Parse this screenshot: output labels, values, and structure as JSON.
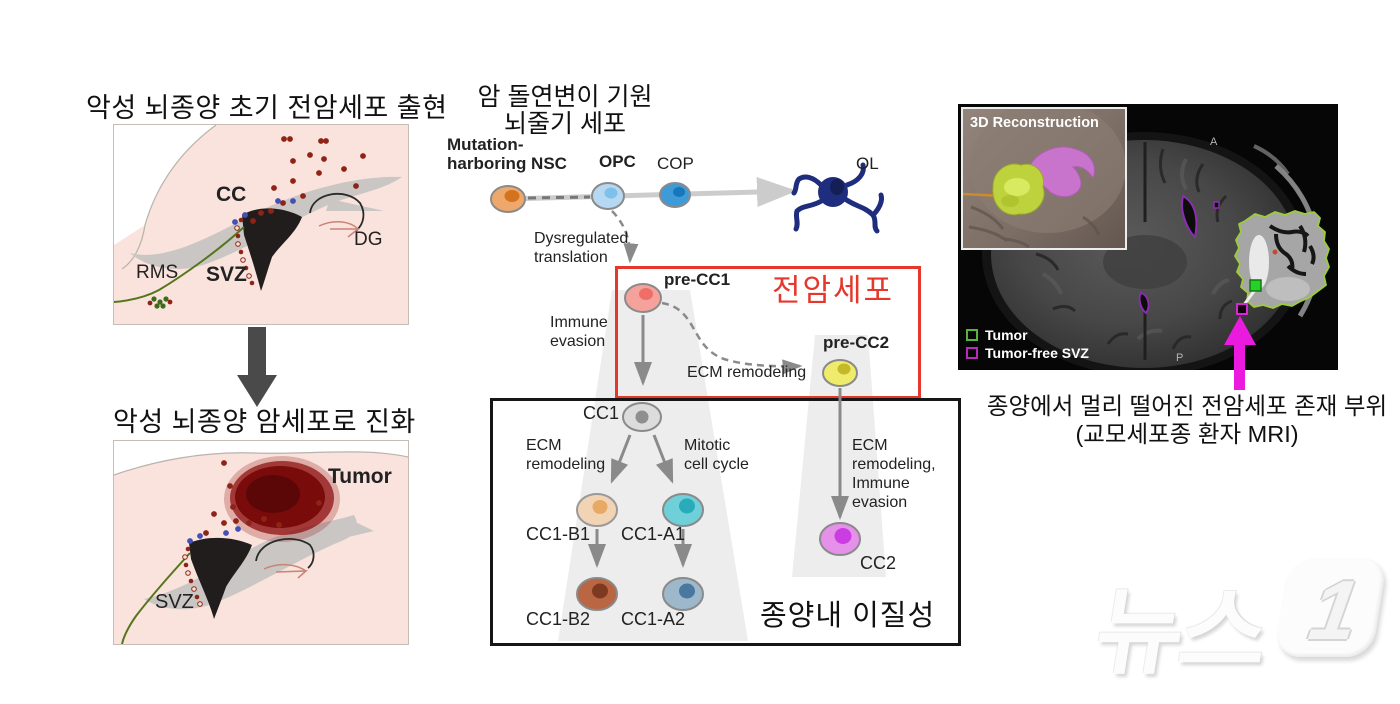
{
  "accent": {
    "red": "#e5372b",
    "magenta_arrow": "#ea1adf",
    "tumor_green": "#9ccc3c",
    "svz_purple": "#cc29cc"
  },
  "left": {
    "title_top": "악성 뇌종양 초기 전암세포 출현",
    "title_bottom": "악성 뇌종양 암세포로 진화",
    "brain1": {
      "cc": "CC",
      "dg": "DG",
      "rms": "RMS",
      "svz": "SVZ"
    },
    "brain2": {
      "tumor": "Tumor",
      "svz": "SVZ"
    }
  },
  "middle": {
    "title_line1": "암 돌연변이 기원",
    "title_line2": "뇌줄기 세포",
    "nsc_line1": "Mutation-",
    "nsc_line2": "harboring NSC",
    "opc": "OPC",
    "cop": "COP",
    "ol": "OL",
    "dysregulated_line1": "Dysregulated",
    "dysregulated_line2": "translation",
    "pre_cc1": "pre-CC1",
    "precancer_cells": "전암세포",
    "immune_line1": "Immune",
    "immune_line2": "evasion",
    "ecm_remodeling": "ECM remodeling",
    "pre_cc2": "pre-CC2",
    "cc1": "CC1",
    "ecm_line1": "ECM",
    "ecm_line2": "remodeling",
    "mitotic_line1": "Mitotic",
    "mitotic_line2": "cell cycle",
    "cc1_b1": "CC1-B1",
    "cc1_a1": "CC1-A1",
    "cc1_b2": "CC1-B2",
    "cc1_a2": "CC1-A2",
    "ecm_immune_line1": "ECM",
    "ecm_immune_line2": "remodeling,",
    "ecm_immune_line3": "Immune",
    "ecm_immune_line4": "evasion",
    "cc2": "CC2",
    "heterogeneity": "종양내 이질성"
  },
  "right": {
    "inset_title": "3D Reconstruction",
    "legend": [
      {
        "label": "Tumor",
        "color": "#57b33e"
      },
      {
        "label": "Tumor-free SVZ",
        "color": "#b82ab8"
      }
    ],
    "orientation_top": "A",
    "orientation_bottom": "P",
    "caption_line1": "종양에서 멀리 떨어진 전암세포 존재 부위",
    "caption_line2": "(교모세포종 환자 MRI)"
  },
  "watermark": {
    "text": "뉴스",
    "one": "1"
  }
}
